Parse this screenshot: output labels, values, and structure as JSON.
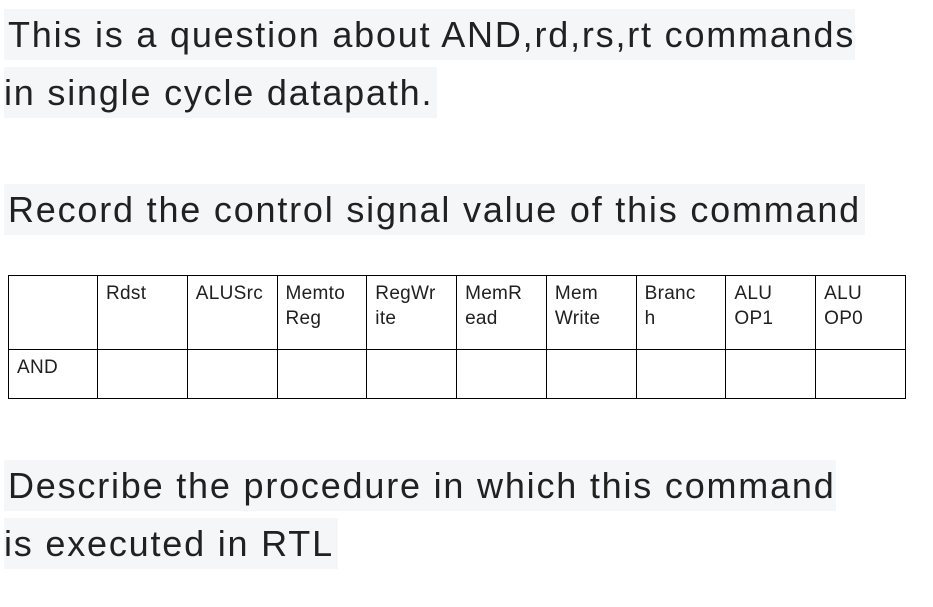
{
  "page": {
    "background_color": "#ffffff",
    "text_color": "#212121",
    "highlight_color": "#f5f6f7",
    "table_border_color": "#000000"
  },
  "paragraphs": {
    "intro": "This is a question about AND,rd,rs,rt commands\nin single cycle datapath.",
    "question_record": "Record the control signal value of this command",
    "question_rtl": "Describe the procedure in which this command\nis executed in RTL"
  },
  "control_table": {
    "headers": [
      "",
      "Rdst",
      "ALUSrc",
      "Memto\nReg",
      "RegWr\nite",
      "MemR\nead",
      "Mem\nWrite",
      "Branc\nh",
      "ALU\nOP1",
      "ALU\nOP0"
    ],
    "rows": [
      {
        "label": "AND",
        "values": [
          "",
          "",
          "",
          "",
          "",
          "",
          "",
          "",
          ""
        ]
      }
    ]
  }
}
